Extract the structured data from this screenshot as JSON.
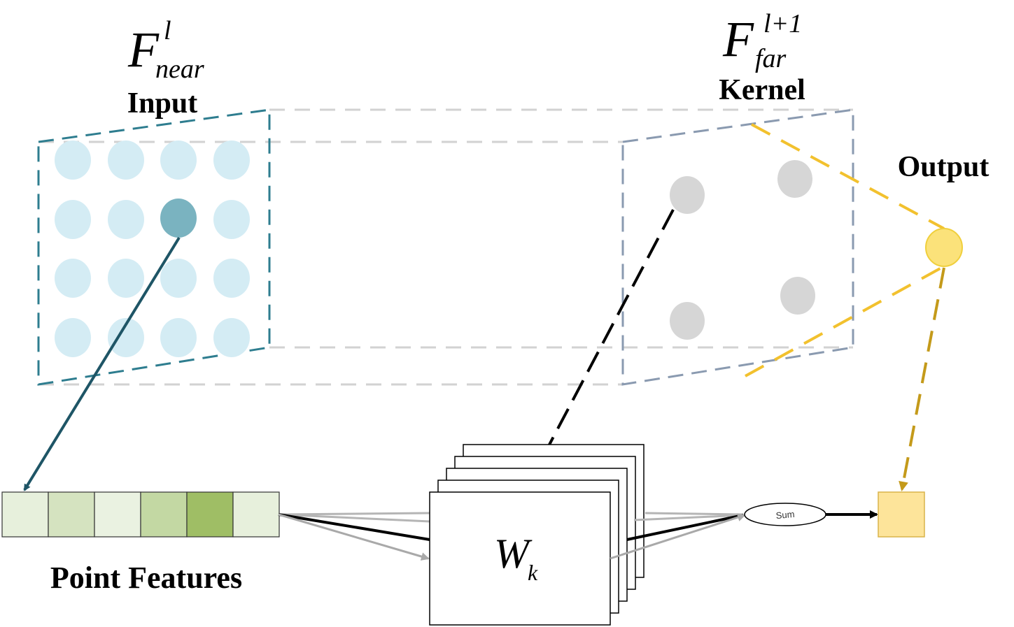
{
  "input_symbol": {
    "base": "F",
    "sup": "l",
    "sub": "near"
  },
  "kernel_symbol": {
    "base": "F",
    "sup": "l+1",
    "sub": "far"
  },
  "labels": {
    "input": "Input",
    "kernel": "Kernel",
    "output": "Output",
    "point_features": "Point Features",
    "sum": "Sum"
  },
  "weight_symbol": {
    "base": "W",
    "sub": "k"
  },
  "input_grid": {
    "rows": 4,
    "cols": 4,
    "highlighted": {
      "row": 1,
      "col": 2
    }
  },
  "kernel_points_count": 4,
  "point_feature_cells": [
    "#e7f0dc",
    "#d5e3c0",
    "#eaf2e1",
    "#c3d8a3",
    "#9fbe65",
    "#e7f0dc"
  ],
  "weight_stack_count": 5,
  "colors": {
    "input_frame": "#2e7d8f",
    "input_dot": "#d4ecf4",
    "input_dot_active": "#7ab3c0",
    "kernel_frame": "#8a9ab0",
    "kernel_dot": "#d6d6d6",
    "output_dot": "#fbe27a",
    "output_lines": "#f2c12e",
    "output_arrow": "#c49a1a",
    "output_box": "#fde49a",
    "input_arrow": "#1e5566",
    "gray_line": "#c8c8c8",
    "sum_arrow": "#a9a9a9"
  }
}
